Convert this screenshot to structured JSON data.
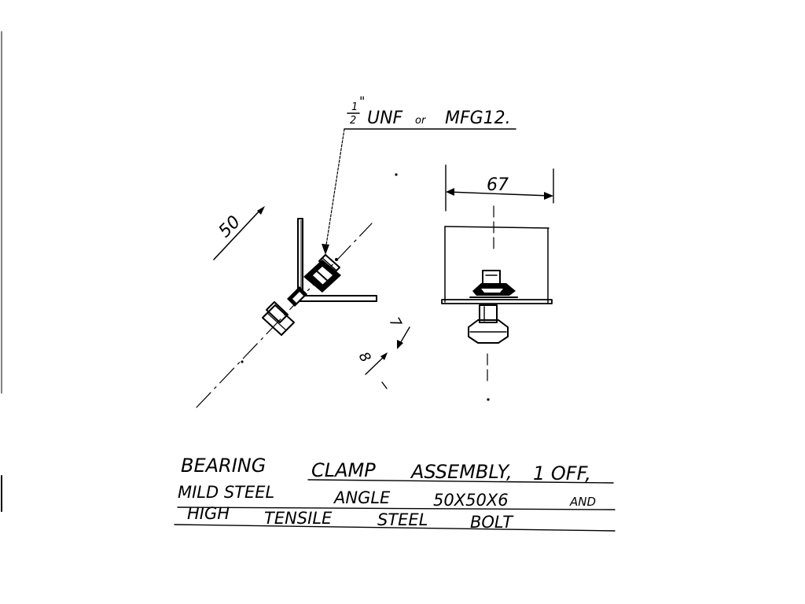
{
  "callout": {
    "fraction_numerator": "1",
    "fraction_denominator": "2",
    "inch_mark": "\"",
    "thread": "UNF",
    "connector": "or",
    "alt_thread": "MFG12."
  },
  "dimensions": {
    "length_50": "50",
    "width_67": "67",
    "gap_7": "7",
    "offset_8": "8"
  },
  "caption": {
    "line1": [
      "BEARING",
      "CLAMP",
      "ASSEMBLY,",
      "1 OFF,"
    ],
    "line2": [
      "MILD STEEL",
      "ANGLE",
      "50X50X6",
      "AND"
    ],
    "line3": [
      "HIGH",
      "TENSILE",
      "STEEL",
      "BOLT"
    ]
  }
}
